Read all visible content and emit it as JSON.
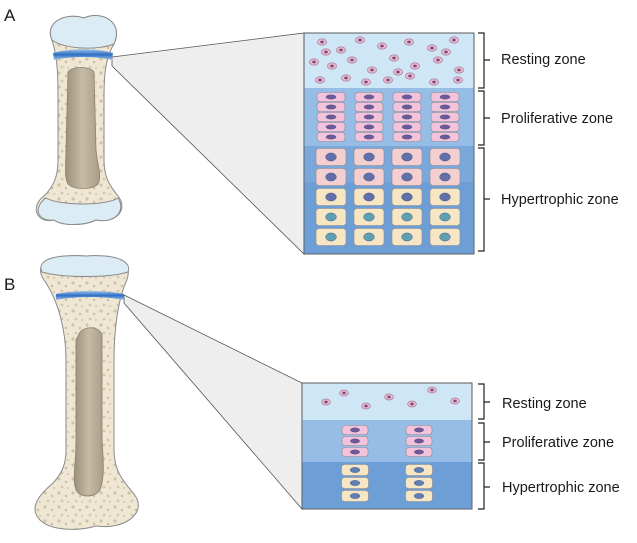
{
  "panels": [
    {
      "letter": "A",
      "zones": [
        {
          "label": "Resting zone"
        },
        {
          "label": "Proliferative zone"
        },
        {
          "label": "Hypertrophic zone"
        }
      ]
    },
    {
      "letter": "B",
      "zones": [
        {
          "label": "Resting zone"
        },
        {
          "label": "Proliferative zone"
        },
        {
          "label": "Hypertrophic zone"
        }
      ]
    }
  ],
  "colors": {
    "cartilage": "#dcecf5",
    "bone": "#eee6d3",
    "marrow": "#b2a790",
    "growth_plate": "#2d6fc4",
    "resting_bg": "#cfe6f6",
    "proliferative_bg": "#95bde6",
    "hypertrophic_bg": "#6d9fd6",
    "proliferative_cell": "#f2c3da",
    "hypertrophic_cell": "#f6e6c3",
    "nucleus": "#5a6aa8"
  }
}
